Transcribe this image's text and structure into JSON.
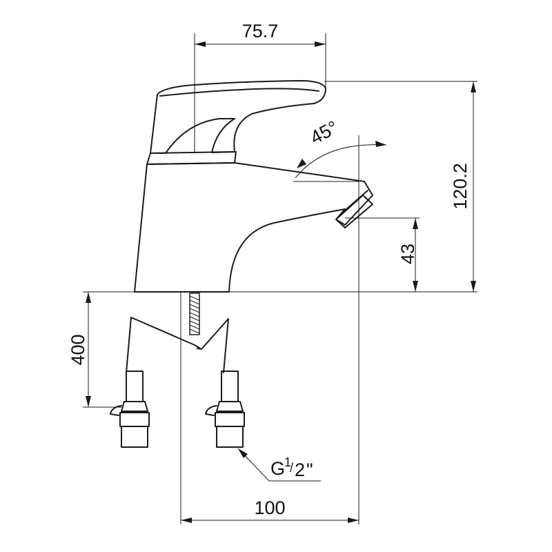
{
  "drawing": {
    "dimensions": {
      "handle_width": "75.7",
      "lever_angle": "45°",
      "total_height": "120.2",
      "spout_height": "43",
      "hose_length": "400",
      "spout_reach": "100"
    },
    "thread": {
      "prefix": "G",
      "numerator": "1",
      "slash": "/",
      "denominator": "2",
      "suffix": "\""
    }
  }
}
